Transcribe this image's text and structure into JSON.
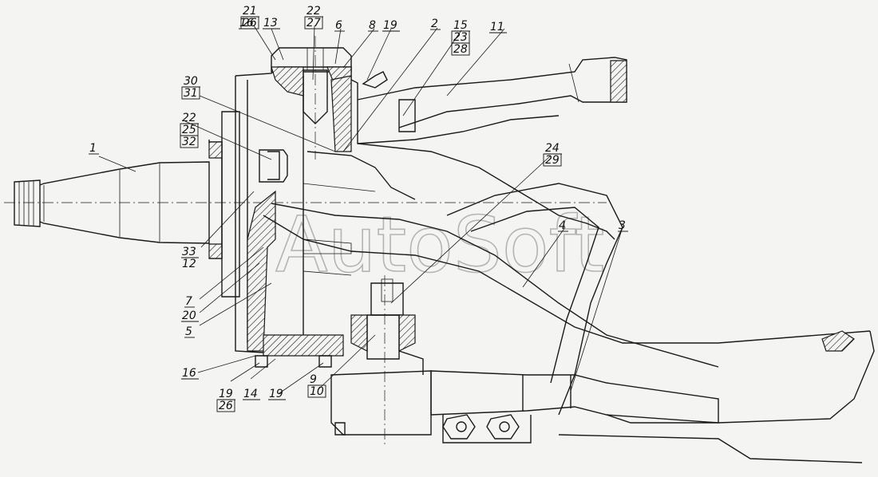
{
  "watermark": "AutoSoft",
  "callouts": [
    {
      "id": "c1",
      "lines": [
        "1"
      ],
      "boxed": []
    },
    {
      "id": "c2",
      "lines": [
        "2"
      ],
      "boxed": []
    },
    {
      "id": "c3",
      "lines": [
        "3"
      ],
      "boxed": []
    },
    {
      "id": "c4",
      "lines": [
        "4"
      ],
      "boxed": []
    },
    {
      "id": "c5",
      "lines": [
        "5"
      ],
      "boxed": []
    },
    {
      "id": "c6",
      "lines": [
        "6"
      ],
      "boxed": []
    },
    {
      "id": "c7",
      "lines": [
        "7"
      ],
      "boxed": []
    },
    {
      "id": "c8",
      "lines": [
        "8"
      ],
      "boxed": []
    },
    {
      "id": "c9",
      "lines": [
        "9",
        "10"
      ],
      "boxed": [
        1
      ]
    },
    {
      "id": "c11",
      "lines": [
        "11"
      ],
      "boxed": []
    },
    {
      "id": "c13",
      "lines": [
        "13"
      ],
      "boxed": []
    },
    {
      "id": "c14",
      "lines": [
        "14"
      ],
      "boxed": []
    },
    {
      "id": "c15",
      "lines": [
        "15",
        "23",
        "28"
      ],
      "boxed": [
        1,
        2
      ]
    },
    {
      "id": "c16a",
      "lines": [
        "16"
      ],
      "boxed": []
    },
    {
      "id": "c16b",
      "lines": [
        "16"
      ],
      "boxed": []
    },
    {
      "id": "c19a",
      "lines": [
        "19"
      ],
      "boxed": []
    },
    {
      "id": "c19b",
      "lines": [
        "19",
        "26"
      ],
      "boxed": [
        1
      ]
    },
    {
      "id": "c19c",
      "lines": [
        "19"
      ],
      "boxed": []
    },
    {
      "id": "c20",
      "lines": [
        "20"
      ],
      "boxed": []
    },
    {
      "id": "c21",
      "lines": [
        "21",
        "26"
      ],
      "boxed": [
        1
      ]
    },
    {
      "id": "c22a",
      "lines": [
        "22",
        "27"
      ],
      "boxed": [
        1
      ]
    },
    {
      "id": "c22b",
      "lines": [
        "22",
        "25",
        "32"
      ],
      "boxed": [
        1,
        2
      ]
    },
    {
      "id": "c24",
      "lines": [
        "24",
        "29"
      ],
      "boxed": [
        1
      ]
    },
    {
      "id": "c30",
      "lines": [
        "30",
        "31"
      ],
      "boxed": [
        1
      ]
    },
    {
      "id": "c33",
      "lines": [
        "33",
        "12"
      ],
      "boxed": []
    }
  ]
}
